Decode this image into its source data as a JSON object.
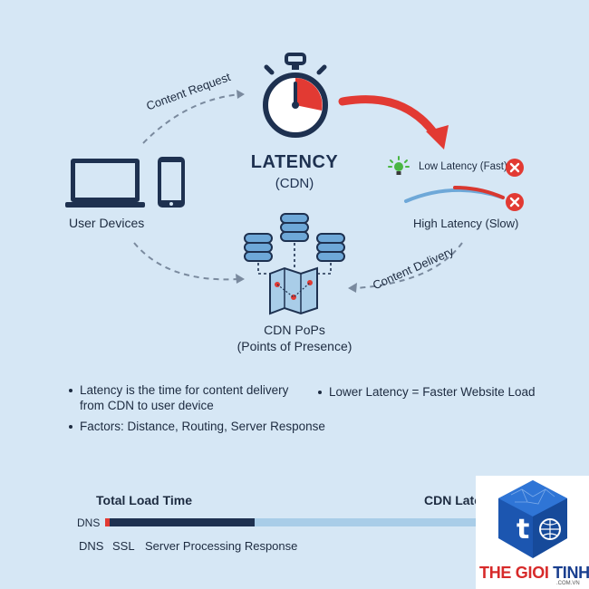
{
  "diagram": {
    "title": "LATENCY",
    "subtitle": "(CDN)",
    "user_devices_label": "User Devices",
    "content_request_label": "Content Request",
    "content_delivery_label": "Content Delivery",
    "low_latency_label": "Low Latency (Fast)",
    "high_latency_label": "High Latency (Slow)",
    "cdn_pops_label": "CDN PoPs",
    "cdn_pops_sublabel": "(Points of Presence)",
    "colors": {
      "background": "#d6e7f5",
      "navy": "#1e3150",
      "red": "#e53935",
      "light_blue": "#a9cde8"
    }
  },
  "bullets": {
    "left": [
      "Latency is the time for content delivery from CDN to user device",
      "Factors: Distance, Routing, Server Response"
    ],
    "right": [
      "Lower Latency = Faster Website Load"
    ]
  },
  "load_bar": {
    "title": "Total Load Time",
    "right_title": "CDN Latency",
    "dns_label": "DNS",
    "segment_labels": [
      "DNS",
      "SSL",
      "Server Processing Response"
    ]
  },
  "watermark": {
    "text_primary": "THE GIOI",
    "text_secondary": "TINHOC",
    "domain": ".COM.VN"
  }
}
